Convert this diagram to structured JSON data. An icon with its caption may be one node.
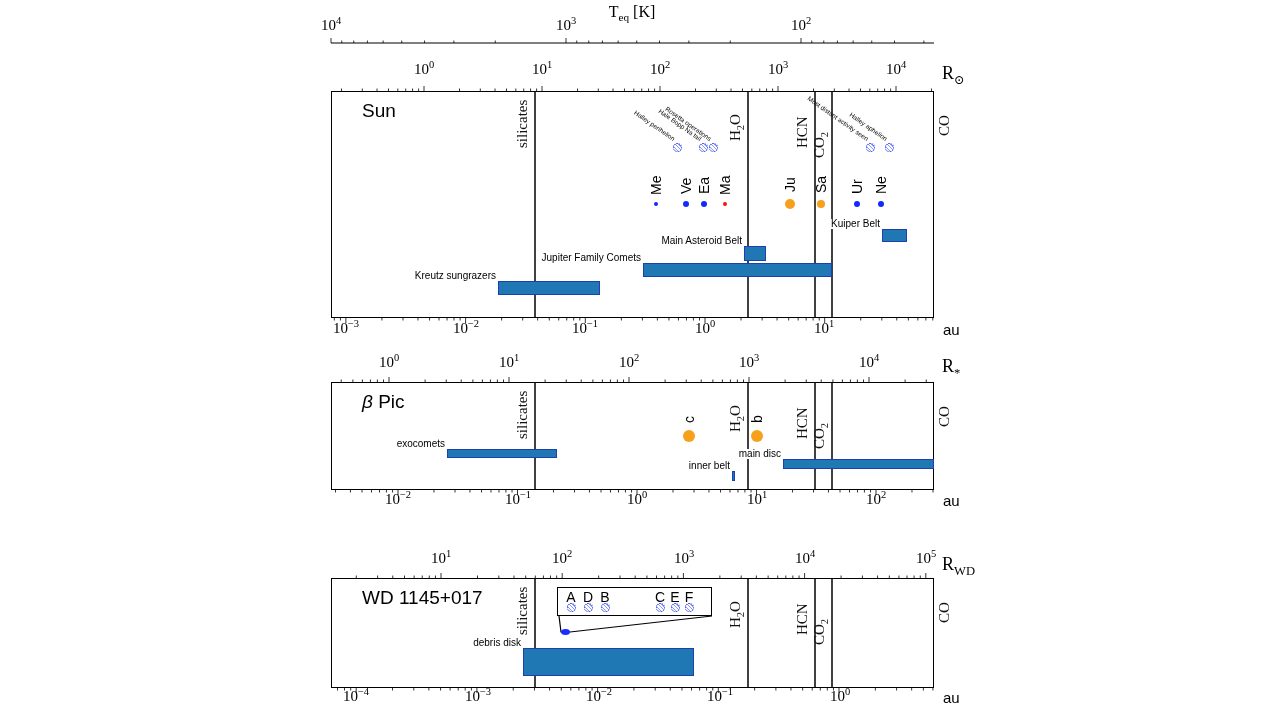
{
  "diagram": {
    "nodes": [
      {
        "text": [
          "Sun"
        ]
      },
      {
        "text": [
          "Halley perihelion"
        ],
        "in": 0
      },
      {
        "text": [
          "Hale Bopp Na tail"
        ],
        "in": 0
      },
      {
        "text": [
          "Rosetta operations"
        ],
        "in": 0
      },
      {
        "text": [
          "Most distant activity seen"
        ],
        "in": 0
      },
      {
        "text": [
          "Halley aphelion"
        ],
        "in": 0
      },
      {
        "text": [
          "Me"
        ],
        "in": 0
      },
      {
        "text": [
          "Ve"
        ],
        "in": 0
      },
      {
        "text": [
          "Ea"
        ],
        "in": 0
      },
      {
        "text": [
          "Ma"
        ],
        "in": 0
      },
      {
        "text": [
          "Ju"
        ],
        "in": 0
      },
      {
        "text": [
          "Sa"
        ],
        "in": 0
      },
      {
        "text": [
          "Ur"
        ],
        "in": 0
      },
      {
        "text": [
          "Ne"
        ],
        "in": 0
      },
      {
        "text": [
          "Kreutz sungrazers"
        ],
        "in": 0
      },
      {
        "text": [
          "Jupiter Family Comets"
        ],
        "in": 0
      },
      {
        "text": [
          "Main Asteroid Belt"
        ],
        "in": 0
      },
      {
        "text": [
          "Kuiper Belt"
        ],
        "in": 0
      },
      {
        "text": [
          "*β* Pic"
        ]
      },
      {
        "text": [
          "c"
        ],
        "in": 18
      },
      {
        "text": [
          "b"
        ],
        "in": 18
      },
      {
        "text": [
          "exocomets"
        ],
        "in": 18
      },
      {
        "text": [
          "inner belt"
        ],
        "in": 18
      },
      {
        "text": [
          "main disc"
        ],
        "in": 18
      },
      {
        "text": [
          "WD 1145+017"
        ]
      },
      {
        "text": [],
        "shape": "box",
        "in": 24
      },
      {
        "text": [
          "A"
        ],
        "in": 25
      },
      {
        "text": [
          "D"
        ],
        "in": 25
      },
      {
        "text": [
          "B"
        ],
        "in": 25
      },
      {
        "text": [
          "C"
        ],
        "in": 25
      },
      {
        "text": [
          "E"
        ],
        "in": 25
      },
      {
        "text": [
          "F"
        ],
        "in": 25
      },
      {
        "text": [],
        "shape": "circle",
        "in": 24
      },
      {
        "text": [
          "debris disk"
        ],
        "in": 24
      }
    ],
    "edges": [
      {
        "from": 32,
        "to": 25,
        "arrow": "none"
      }
    ],
    "labels": [
      "T$_{eq}$ [K]",
      "10$^{4}$",
      "10$^{3}$",
      "10$^{2}$",
      "10$^{0}$",
      "10$^{1}$",
      "10$^{2}$",
      "10$^{3}$",
      "10$^{4}$",
      "R$_{⊙}$",
      "silicates",
      "H$_{2}$O",
      "HCN",
      "CO$_{2}$",
      "CO",
      "10$^{−3}$",
      "10$^{−2}$",
      "10$^{−1}$",
      "10$^{0}$",
      "10$^{1}$",
      "au",
      "10$^{0}$",
      "10$^{1}$",
      "10$^{2}$",
      "10$^{3}$",
      "10$^{4}$",
      "R$_{*}$",
      "silicates",
      "H$_{2}$O",
      "HCN",
      "CO$_{2}$",
      "CO",
      "10$^{−2}$",
      "10$^{−1}$",
      "10$^{0}$",
      "10$^{1}$",
      "10$^{2}$",
      "au",
      "10$^{1}$",
      "10$^{2}$",
      "10$^{3}$",
      "10$^{4}$",
      "10$^{5}$",
      "R$_{WD}$",
      "silicates",
      "H$_{2}$O",
      "HCN",
      "CO$_{2}$",
      "CO",
      "10$^{−4}$",
      "10$^{−3}$",
      "10$^{−2}$",
      "10$^{−1}$",
      "10$^{0}$",
      "au"
    ]
  }
}
